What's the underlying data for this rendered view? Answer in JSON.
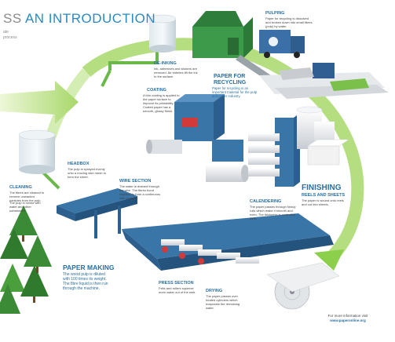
{
  "header": {
    "title_gray": "SS",
    "title_blue": " AN INTRODUCTION",
    "sub1": "ate",
    "sub2": "process"
  },
  "labels": {
    "pulping": "PULPING",
    "pulping_body": "Paper for recycling is dissolved and broken down into small fibres (pulp) by water.",
    "de_inking": "DE-INKING",
    "de_inking_body": "Ink, adhesives and stickers are removed. Air bubbles lift the ink to the surface.",
    "recycling_title_1": "PAPER FOR",
    "recycling_title_2": "RECYCLING",
    "recycling_body": "Paper for recycling is an important material for the pulp and paper industry.",
    "coating": "COATING",
    "coating_body": "A thin coating is applied to the paper surface to improve its printability. Coated paper has a smooth, glossy finish.",
    "cleaning": "CLEANING",
    "cleaning_body": "The fibres are cleaned to remove unwanted particles from the pulp.",
    "cleaning_body_2": "The pulp is mixed with water and other substances.",
    "headbox": "HEADBOX",
    "headbox_body": "The pulp is sprayed evenly onto a moving wire mesh to form the sheet.",
    "wire_section": "WIRE SECTION",
    "wire_section_body": "The water is drained through the wire. The fibres bond together to form a continuous web of paper.",
    "finishing_1": "FINISHING",
    "finishing_2": "REELS AND SHEETS",
    "finishing_body": "The paper is wound onto reels and cut into sheets.",
    "calendering": "CALENDERING",
    "calendering_body": "The paper passes through heavy rolls which make it smooth and even. The thickness is controlled here.",
    "paper_making": "PAPER MAKING",
    "paper_making_body": "The wood pulp is diluted with 100 times its weight. The fibre liquid is then run through the machine.",
    "press_section": "PRESS SECTION",
    "press_section_body": "Felts and rollers squeeze more water out of the web.",
    "drying": "DRYING",
    "drying_body": "The paper passes over heated cylinders which evaporate the remaining water.",
    "info_1": "For more information visit",
    "info_2": "www.paperonline.org"
  },
  "colors": {
    "accent_blue": "#2a6fa0",
    "machine_blue": "#3a75a8",
    "arrow_green": "#8ccf4a",
    "leaf_green": "#3a8a36",
    "house_green": "#3c9a4a"
  }
}
